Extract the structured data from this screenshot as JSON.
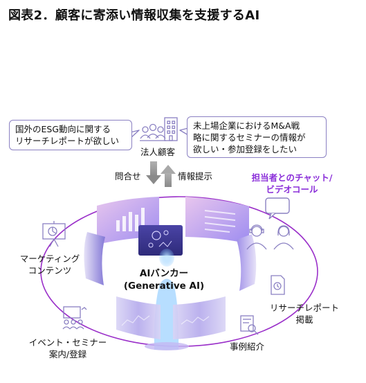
{
  "title": "図表2．顧客に寄添い情報収集を支援するAI",
  "bubbles": {
    "left": [
      "国外のESG動向に関する",
      "リサーチレポートが欲しい"
    ],
    "right": [
      "未上場企業におけるM&A戦",
      "略に関するセミナーの情報が",
      "欲しい・参加登録をしたい"
    ]
  },
  "corporate_client": "法人顧客",
  "arrows": {
    "inquiry": "問合せ",
    "info_provision": "情報提示"
  },
  "chat_video": [
    "担当者とのチャット/",
    "ビデオコール"
  ],
  "center": {
    "line1": "AIバンカー",
    "line2": "(Generative AI)"
  },
  "services": {
    "marketing": [
      "マーケティング",
      "コンテンツ"
    ],
    "event": [
      "イベント・セミナー",
      "案内/登録"
    ],
    "case": "事例紹介",
    "report": [
      "リサーチレポート",
      "掲載"
    ]
  },
  "colors": {
    "accent_purple": "#8b2fd9",
    "ring": "#9a2fc9",
    "icon_line": "#8a80c2",
    "panel_light": "#c9c2ee",
    "panel_dark": "#5a52b8",
    "arrow_gray": "#9a9a9a"
  },
  "icons": [
    "people-group-icon",
    "building-icon",
    "chat-bubble-icon",
    "person-headset-icon",
    "person-woman-icon",
    "presentation-board-icon",
    "event-audience-icon",
    "magnifier-document-icon",
    "document-clock-icon",
    "ai-robot-figure"
  ]
}
